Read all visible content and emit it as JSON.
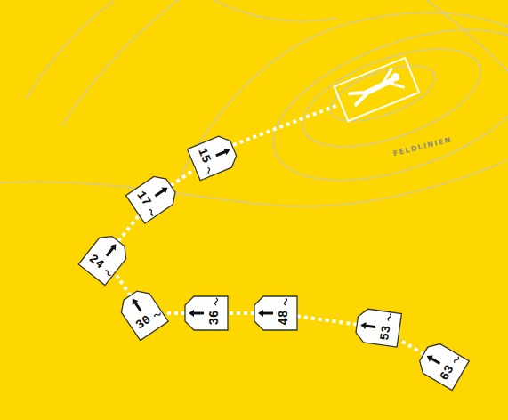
{
  "diagram": {
    "nodes": [
      {
        "text": [
          "63"
        ]
      },
      {
        "text": [
          "53"
        ]
      },
      {
        "text": [
          "48"
        ]
      },
      {
        "text": [
          "36"
        ]
      },
      {
        "text": [
          "30"
        ]
      },
      {
        "text": [
          "24"
        ]
      },
      {
        "text": [
          "17"
        ]
      },
      {
        "text": [
          "15"
        ]
      }
    ],
    "edges": [
      {
        "from": 0,
        "to": 1,
        "arrow": "none"
      },
      {
        "from": 1,
        "to": 2,
        "arrow": "none"
      },
      {
        "from": 2,
        "to": 3,
        "arrow": "none"
      },
      {
        "from": 3,
        "to": 4,
        "arrow": "none"
      },
      {
        "from": 4,
        "to": 5,
        "arrow": "none"
      },
      {
        "from": 5,
        "to": 6,
        "arrow": "none"
      },
      {
        "from": 6,
        "to": 7,
        "arrow": "none"
      }
    ],
    "labels": [
      "FELDLINIEN"
    ]
  }
}
